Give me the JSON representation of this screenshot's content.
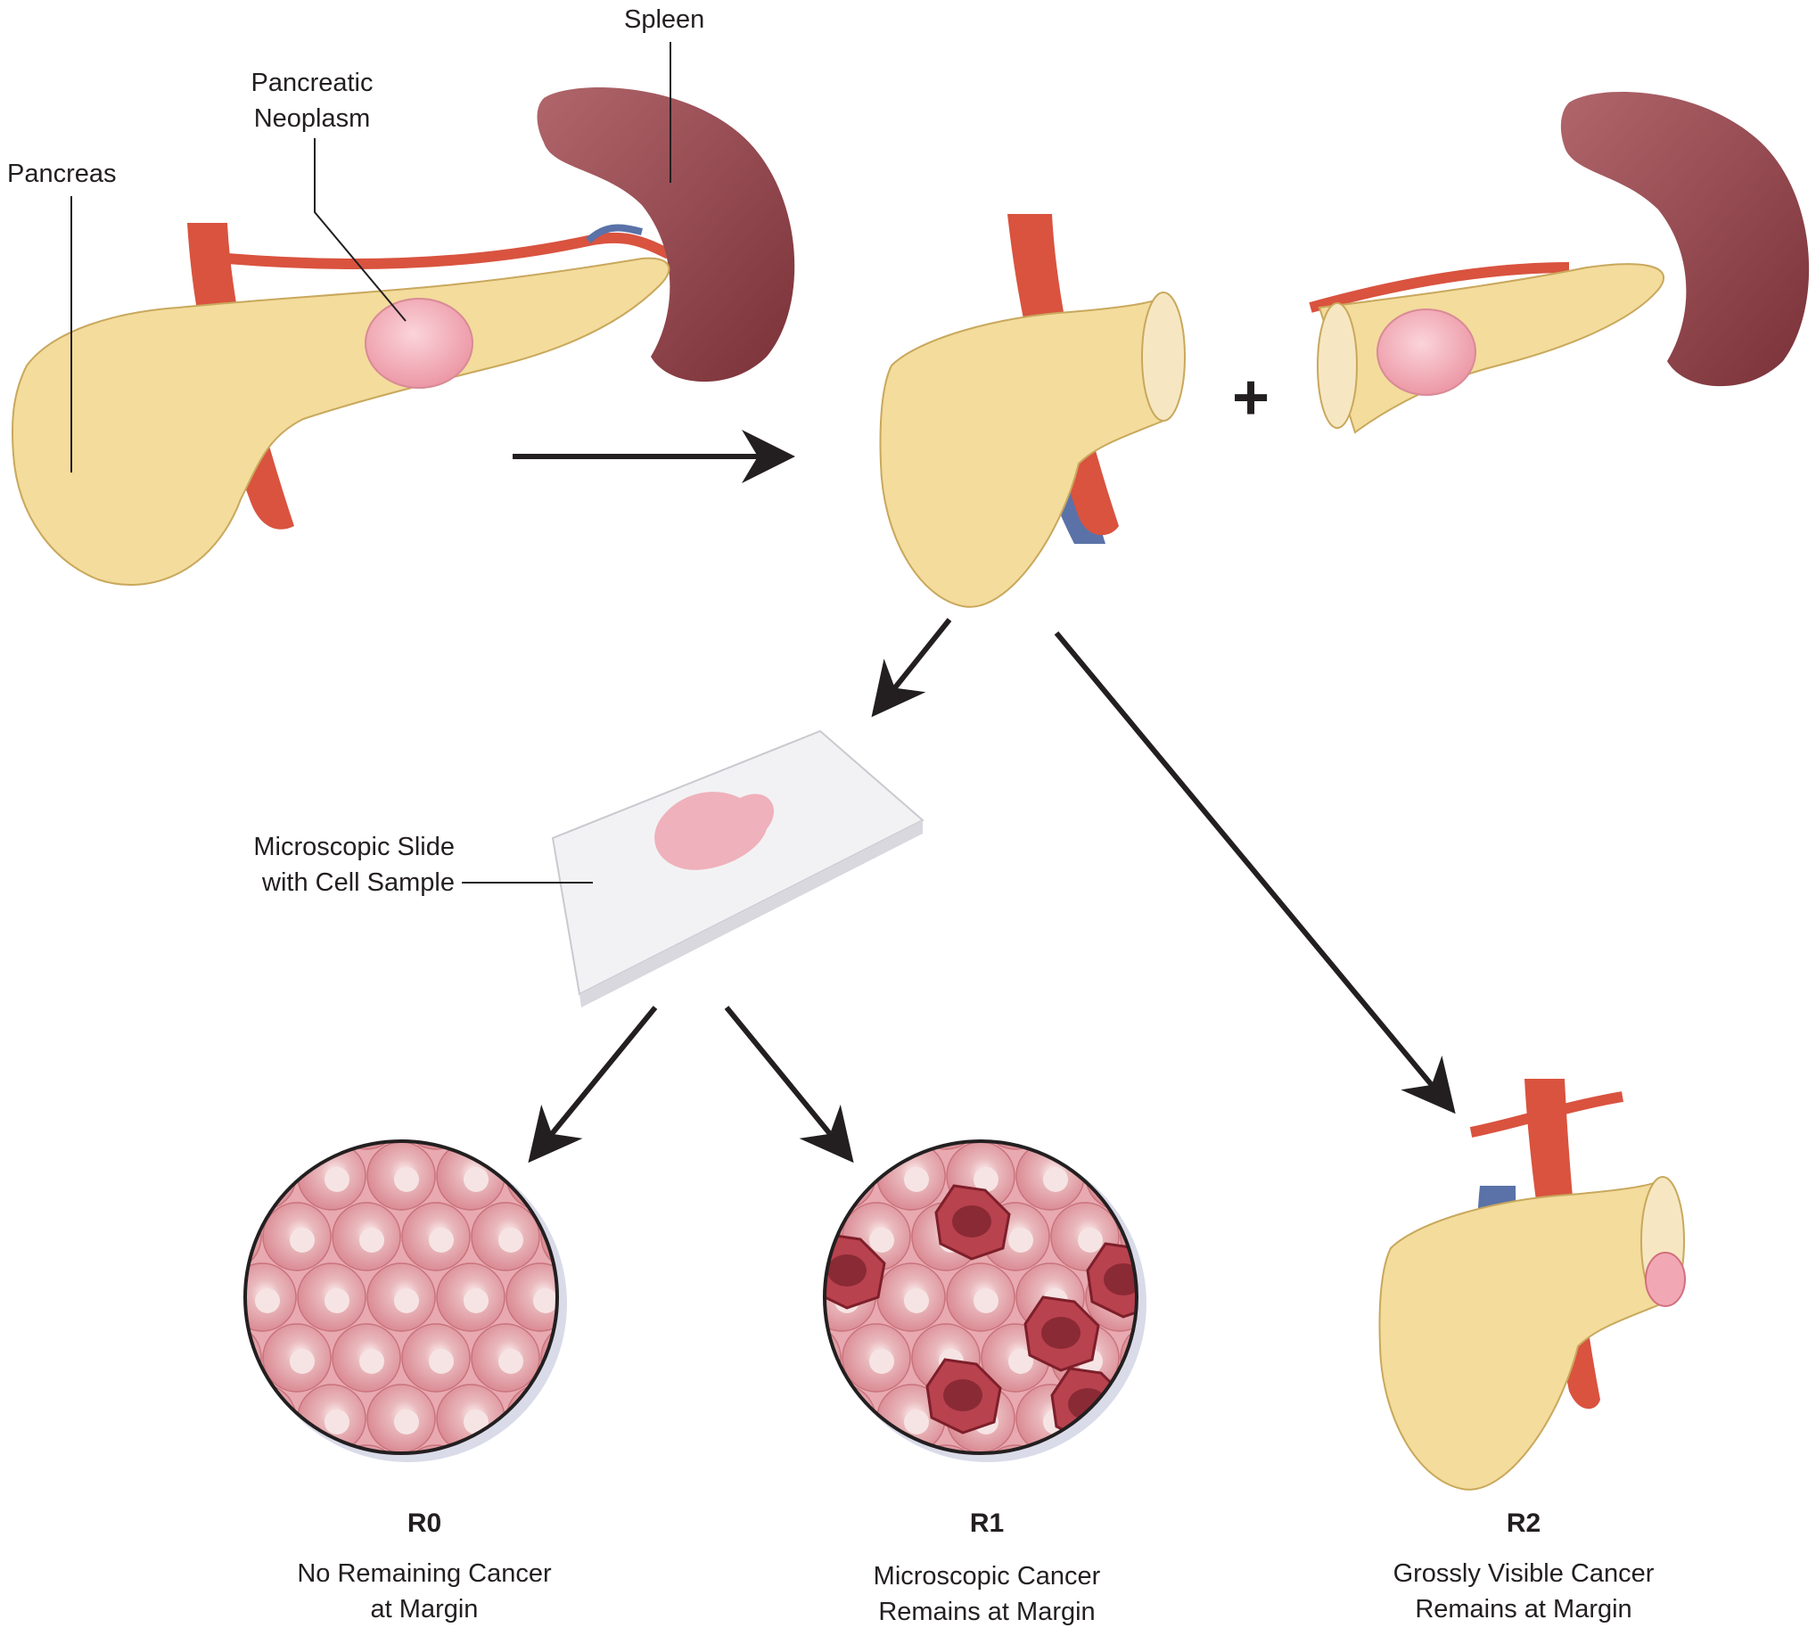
{
  "labels": {
    "spleen": "Spleen",
    "neoplasm_line1": "Pancreatic",
    "neoplasm_line2": "Neoplasm",
    "pancreas": "Pancreas",
    "slide_line1": "Microscopic Slide",
    "slide_line2": "with Cell Sample",
    "plus": "+"
  },
  "outcomes": [
    {
      "code": "R0",
      "line1": "No Remaining Cancer",
      "line2": "at Margin"
    },
    {
      "code": "R1",
      "line1": "Microscopic Cancer",
      "line2": "Remains at Margin"
    },
    {
      "code": "R2",
      "line1": "Grossly Visible Cancer",
      "line2": "Remains at Margin"
    }
  ],
  "colors": {
    "pancreas": "#f3dc9c",
    "pancreas_stroke": "#c9a85c",
    "spleen": "#8e3f45",
    "artery": "#d9533f",
    "vein": "#5a72a8",
    "tumor": "#f2a8b4",
    "cell": "#f4c2c8",
    "cancer_cell": "#b8424e",
    "arrow": "#231f20"
  }
}
